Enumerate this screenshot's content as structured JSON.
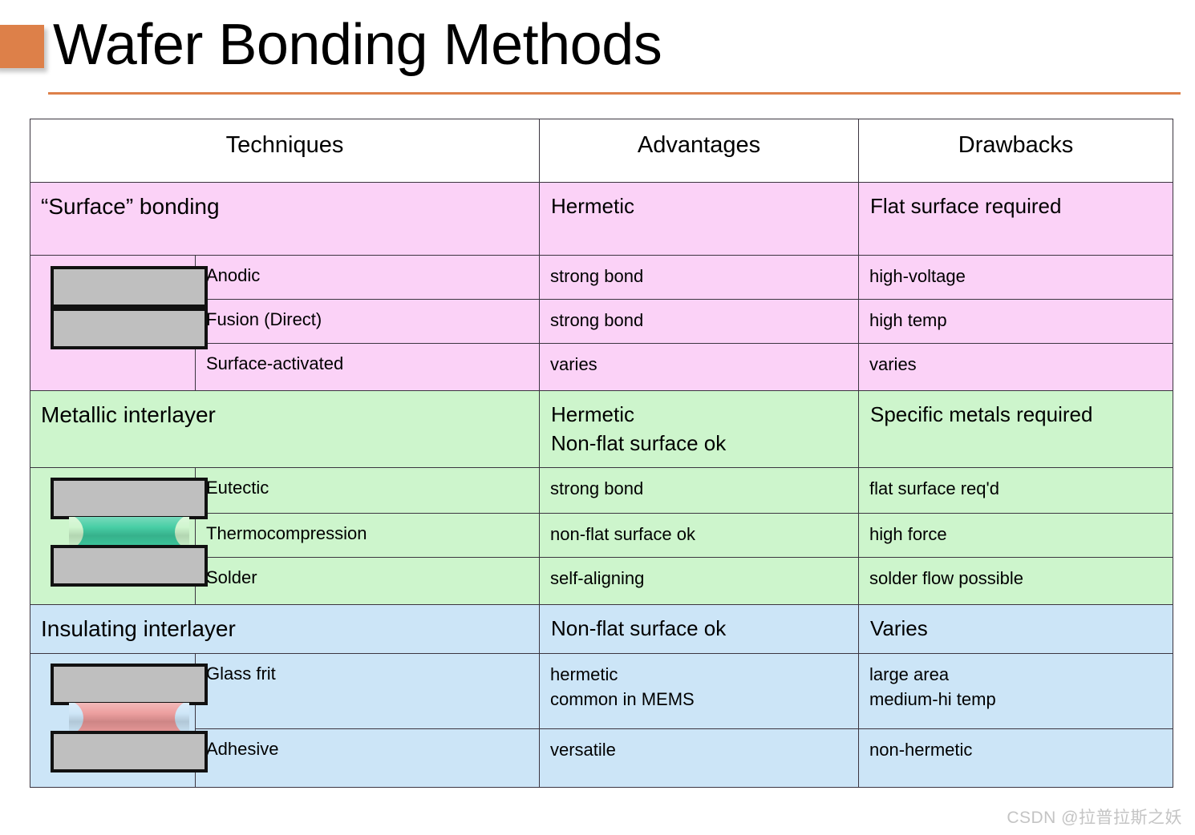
{
  "slide": {
    "title": "Wafer Bonding Methods",
    "accent_color": "#DD8049",
    "watermark": "CSDN @拉普拉斯之妖"
  },
  "table": {
    "columns": {
      "techniques": "Techniques",
      "advantages": "Advantages",
      "drawbacks": "Drawbacks"
    },
    "sections": [
      {
        "name": "surface-bonding",
        "color": "#FBD2F7",
        "header": {
          "technique": "“Surface” bonding",
          "advantages": [
            "Hermetic"
          ],
          "drawbacks": [
            "Flat surface required"
          ]
        },
        "diagram": {
          "type": "two-plates-direct",
          "interlayer_color": "none",
          "plate_color": "#BFBFBF"
        },
        "rows": [
          {
            "technique": "Anodic",
            "advantages": [
              "strong bond"
            ],
            "drawbacks": [
              "high-voltage"
            ]
          },
          {
            "technique": "Fusion (Direct)",
            "advantages": [
              "strong bond"
            ],
            "drawbacks": [
              "high temp"
            ]
          },
          {
            "technique": "Surface-activated",
            "advantages": [
              "varies"
            ],
            "drawbacks": [
              "varies"
            ]
          }
        ]
      },
      {
        "name": "metallic-interlayer",
        "color": "#CDF5CC",
        "header": {
          "technique": "Metallic interlayer",
          "advantages": [
            "Hermetic",
            "Non-flat surface ok"
          ],
          "drawbacks": [
            "Specific metals required"
          ]
        },
        "diagram": {
          "type": "two-plates-with-interlayer",
          "interlayer_color": "#3ECBA0",
          "plate_color": "#BFBFBF"
        },
        "rows": [
          {
            "technique": "Eutectic",
            "advantages": [
              "strong bond"
            ],
            "drawbacks": [
              "flat surface req'd"
            ]
          },
          {
            "technique": "Thermocompression",
            "advantages": [
              "non-flat surface ok"
            ],
            "drawbacks": [
              "high force"
            ]
          },
          {
            "technique": "Solder",
            "advantages": [
              "self-aligning"
            ],
            "drawbacks": [
              "solder flow possible"
            ]
          }
        ]
      },
      {
        "name": "insulating-interlayer",
        "color": "#CCE5F7",
        "header": {
          "technique": "Insulating interlayer",
          "advantages": [
            "Non-flat surface ok"
          ],
          "drawbacks": [
            "Varies"
          ]
        },
        "diagram": {
          "type": "two-plates-with-interlayer",
          "interlayer_color": "#EC9A9A",
          "plate_color": "#BFBFBF"
        },
        "rows": [
          {
            "technique": "Glass frit",
            "advantages": [
              "hermetic",
              "common in MEMS"
            ],
            "drawbacks": [
              "large area",
              "medium-hi temp"
            ]
          },
          {
            "technique": "Adhesive",
            "advantages": [
              "versatile"
            ],
            "drawbacks": [
              "non-hermetic"
            ]
          }
        ]
      }
    ]
  }
}
